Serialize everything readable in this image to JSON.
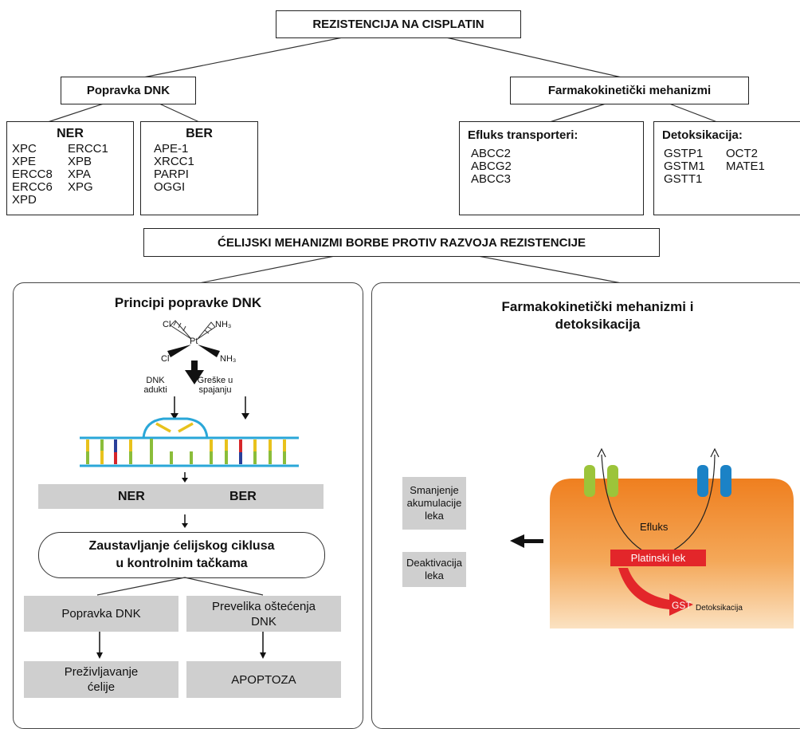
{
  "top": {
    "title": "REZISTENCIJA NA CISPLATIN",
    "left_branch": "Popravka DNK",
    "right_branch": "Farmakokinetički mehanizmi"
  },
  "ner": {
    "title": "NER",
    "col1": [
      "XPC",
      "XPE",
      "ERCC8",
      "ERCC6",
      "XPD"
    ],
    "col2": [
      "ERCC1",
      "XPB",
      "XPA",
      "XPG"
    ]
  },
  "ber": {
    "title": "BER",
    "items": [
      "APE-1",
      "XRCC1",
      "PARPI",
      "OGGI"
    ]
  },
  "efluks": {
    "title": "Efluks transporteri:",
    "items": [
      "ABCC2",
      "ABCG2",
      "ABCC3"
    ]
  },
  "detox": {
    "title": "Detoksikacija:",
    "col1": [
      "GSTP1",
      "GSTM1",
      "GSTT1"
    ],
    "col2": [
      "OCT2",
      "MATE1"
    ]
  },
  "middle_title": "ĆELIJSKI MEHANIZMI BORBE PROTIV RAZVOJA REZISTENCIJE",
  "left_panel": {
    "title": "Principi popravke DNK",
    "molecule": {
      "cl_top": "Cl",
      "cl_bottom": "Cl",
      "pt": "Pt",
      "nh3_top": "NH₃",
      "nh3_bottom": "NH₃"
    },
    "dnk_adukti": [
      "DNK",
      "adukti"
    ],
    "greske": [
      "Greške u",
      "spajanju"
    ],
    "ner_label": "NER",
    "ber_label": "BER",
    "checkpoint": [
      "Zaustavljanje ćelijskog ciklusa",
      "u kontrolnim tačkama"
    ],
    "repair": "Popravka DNK",
    "damage": [
      "Prevelika oštećenja",
      "DNK"
    ],
    "survival": [
      "Preživljavanje",
      "ćelije"
    ],
    "apoptosis": "APOPTOZA"
  },
  "right_panel": {
    "title": [
      "Farmakokinetički mehanizmi i",
      "detoksikacija"
    ],
    "smanjenje": [
      "Smanjenje",
      "akumulacije",
      "leka"
    ],
    "deaktivacija": [
      "Deaktivacija",
      "leka"
    ],
    "efluks": "Efluks",
    "platinski": "Platinski lek",
    "gst": "GST",
    "detoksikacija": "Detoksikacija"
  },
  "colors": {
    "cell_orange": "#f08a2a",
    "cell_light": "#f7c27f",
    "red": "#e3262a",
    "green_channel": "#9cc43a",
    "blue_channel": "#1b82c6",
    "dna_blue": "#2aa7d8",
    "gray_box": "#cfcfcf"
  }
}
